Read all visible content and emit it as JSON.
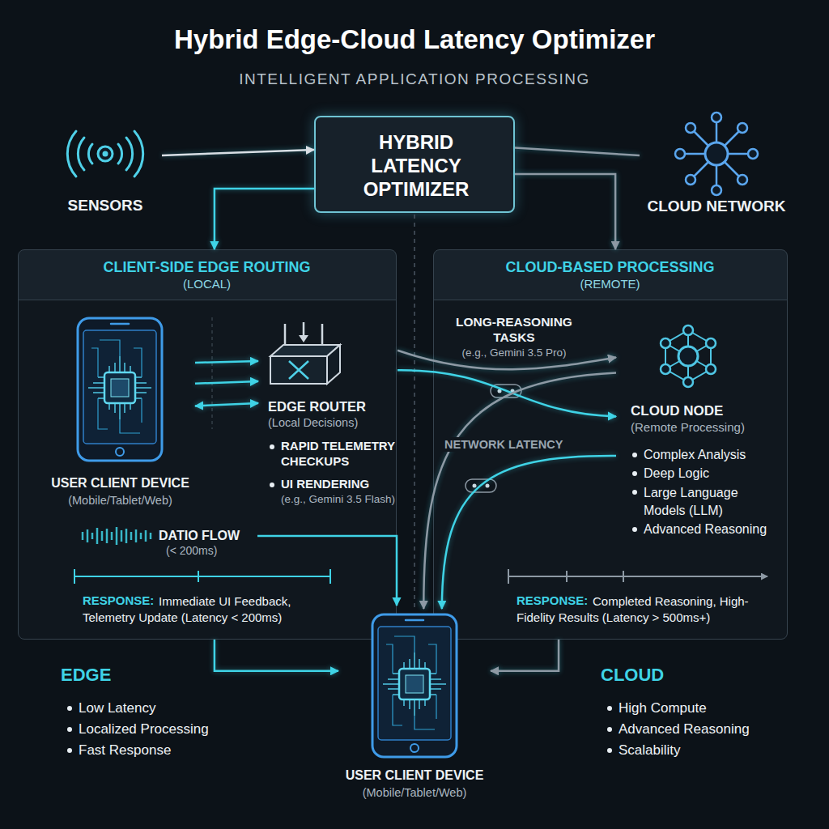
{
  "diagram": {
    "title": "Hybrid Edge-Cloud Latency Optimizer",
    "nodes": [
      {
        "text": [
          "SENSORS"
        ]
      },
      {
        "text": [
          "HYBRID LATENCY OPTIMIZER"
        ]
      },
      {
        "text": [
          "CLOUD NETWORK"
        ]
      },
      {
        "text": [
          "CLIENT-SIDE EDGE ROUTING",
          "(LOCAL)"
        ]
      },
      {
        "text": [
          "USER CLIENT DEVICE",
          "(Mobile/Tablet/Web)"
        ],
        "in": 3
      },
      {
        "text": [
          "EDGE ROUTER",
          "(Local Decisions)",
          "RAPID TELEMETRY CHECKUPS",
          "UI RENDERING",
          "(e.g., Gemini 3.5 Flash)"
        ],
        "in": 3
      },
      {
        "text": [
          "CLOUD-BASED PROCESSING",
          "(REMOTE)"
        ]
      },
      {
        "text": [
          "CLOUD NODE",
          "(Remote Processing)",
          "Complex Analysis",
          "Deep Logic",
          "Large Language Models (LLM)",
          "Advanced Reasoning"
        ],
        "in": 6
      },
      {
        "text": [
          "USER CLIENT DEVICE",
          "(Mobile/Tablet/Web)"
        ]
      }
    ],
    "edges": [
      {
        "from": 0,
        "to": 1,
        "arrow": "to"
      },
      {
        "from": 1,
        "to": 2,
        "arrow": "none"
      },
      {
        "from": 1,
        "to": 6,
        "arrow": "to"
      },
      {
        "from": 1,
        "to": 3,
        "arrow": "to"
      },
      {
        "from": 4,
        "to": 5,
        "arrow": "to"
      },
      {
        "from": 4,
        "to": 5,
        "arrow": "to"
      },
      {
        "from": 4,
        "to": 5,
        "arrow": "both"
      },
      {
        "from": 5,
        "to": 7,
        "arrow": "to"
      },
      {
        "from": 5,
        "to": 7,
        "arrow": "to"
      },
      {
        "from": 7,
        "to": 8,
        "arrow": "to"
      },
      {
        "from": 7,
        "to": 8,
        "arrow": "to"
      },
      {
        "from": 3,
        "to": 8,
        "arrow": "to"
      },
      {
        "from": 6,
        "to": 8,
        "arrow": "to"
      }
    ],
    "labels": [
      "INTELLIGENT APPLICATION PROCESSING",
      "LONG-REASONING TASKS",
      "(e.g., Gemini 3.5 Pro)",
      "NETWORK LATENCY",
      "DATIO FLOW",
      "(< 200ms)",
      "RESPONSE:",
      "Immediate UI Feedback, Telemetry Update (Latency < 200ms)",
      "RESPONSE:",
      "Completed Reasoning, High-Fidelity Results (Latency > 500ms+)",
      "EDGE",
      "Low Latency",
      "Localized Processing",
      "Fast Response",
      "CLOUD",
      "High Compute",
      "Advanced Reasoning",
      "Scalability"
    ]
  }
}
